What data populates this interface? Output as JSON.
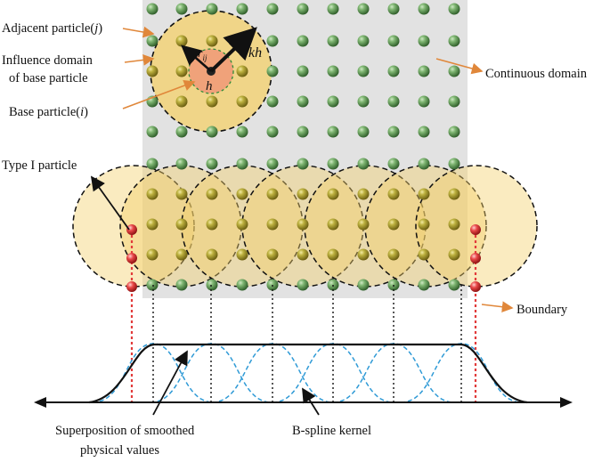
{
  "labels": {
    "adjacent_particle": "Adjacent particle(",
    "adjacent_particle_idx": "j",
    "influence_domain_1": "Influence domain",
    "influence_domain_2": "of base particle",
    "base_particle": "Base particle(",
    "base_particle_idx": "i",
    "continuous_domain": "Continuous domain",
    "type_i_particle": "Type I particle",
    "boundary": "Boundary",
    "superposition_1": "Superposition of smoothed",
    "superposition_2": "physical values",
    "bspline_kernel": "B-spline kernel"
  },
  "symbols": {
    "kh": "kh",
    "h": "h",
    "rij_main": "r",
    "rij_sub": "ij"
  },
  "colors": {
    "domain_bg": "#e2e2e2",
    "influence_fill": "#f4d06a",
    "base_domain": "#f0a27a",
    "particle_green": "#6ea363",
    "particle_yellow": "#b5aa3a",
    "boundary_red": "#e23b3b",
    "kernel_blue": "#2f9ad6",
    "callout_orange": "#e0873a"
  }
}
